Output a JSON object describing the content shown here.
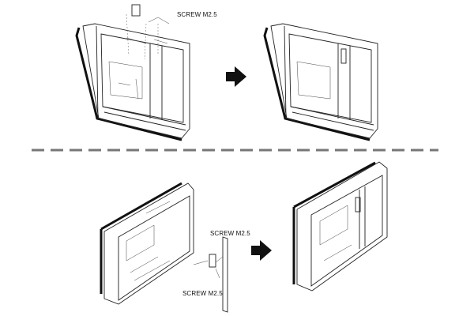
{
  "labels": {
    "top_screw": "SCREW M2.5",
    "bottom_screw_upper": "SCREW M2.5",
    "bottom_screw_lower": "SCREW M2.5"
  },
  "colors": {
    "line": "#222222",
    "arrow": "#111111",
    "separator": "#777777"
  }
}
